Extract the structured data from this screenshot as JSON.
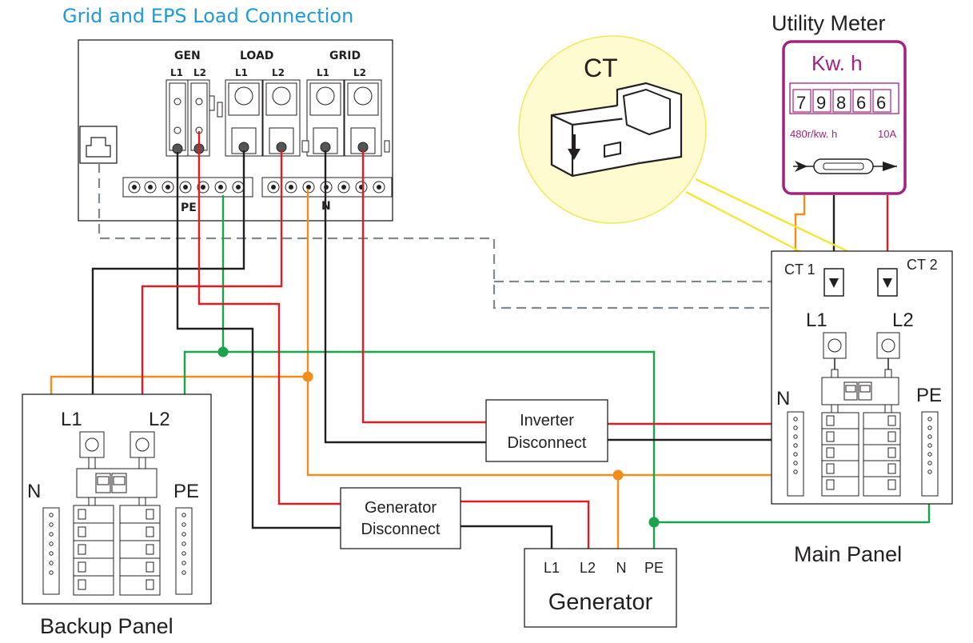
{
  "inverter": {
    "title": "Grid and EPS Load Connection",
    "groups": {
      "gen": "GEN",
      "load": "LOAD",
      "grid": "GRID"
    },
    "terminals": [
      "L1",
      "L2",
      "L1",
      "L2",
      "L1",
      "L2"
    ],
    "bus_pe": "PE",
    "bus_n": "N"
  },
  "ct": {
    "title": "CT"
  },
  "meter": {
    "title": "Utility Meter",
    "unit": "Kw. h",
    "digits": [
      "7",
      "9",
      "8",
      "6",
      "6"
    ],
    "rate": "480r/kw. h",
    "current": "10A"
  },
  "main_panel": {
    "title": "Main Panel",
    "ct1": "CT 1",
    "ct2": "CT 2",
    "l1": "L1",
    "l2": "L2",
    "n": "N",
    "pe": "PE"
  },
  "backup_panel": {
    "title": "Backup Panel",
    "l1": "L1",
    "l2": "L2",
    "n": "N",
    "pe": "PE"
  },
  "inverter_disconnect": {
    "line1": "Inverter",
    "line2": "Disconnect"
  },
  "generator_disconnect": {
    "line1": "Generator",
    "line2": "Disconnect"
  },
  "generator": {
    "title": "Generator",
    "terminals": [
      "L1",
      "L2",
      "N",
      "PE"
    ]
  },
  "colors": {
    "line_hot_l1": "#231f20",
    "line_hot_l2": "#e11b22",
    "neutral": "#f28c1a",
    "ground": "#1aa34a",
    "ct_lead": "#f4e637",
    "comm_cable": "#7d8a93",
    "title_blue": "#1f9ad6",
    "meter_purple": "#a3217f"
  }
}
